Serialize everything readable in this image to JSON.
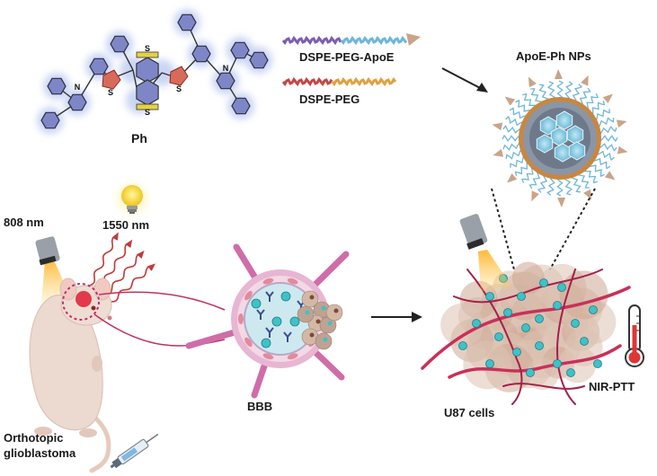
{
  "molecule": {
    "label": "Ph",
    "atom_S": "S",
    "atom_N": "N"
  },
  "materials": {
    "polymer_targeted": "DSPE-PEG-ApoE",
    "polymer_plain": "DSPE-PEG"
  },
  "nanoparticle": {
    "label": "ApoE-Ph NPs"
  },
  "irradiation": {
    "excitation": "808 nm",
    "emission": "1550 nm"
  },
  "model": {
    "line1": "Orthotopic",
    "line2": "glioblastoma"
  },
  "barrier": {
    "label": "BBB"
  },
  "tumor": {
    "label": "U87 cells"
  },
  "therapy": {
    "label": "NIR-PTT"
  },
  "colors": {
    "ring_glow": "#b9c8f0",
    "ring": "#7f86c8",
    "peg_blue": "#6fb6d8",
    "peg_purple": "#7a5fb0",
    "peg_red": "#c04848",
    "peg_orange": "#e0a040",
    "apoe": "#c9a488",
    "vessel": "#cf6da8",
    "tumor": "#d8b8a4",
    "np_cyan": "#3fc1c8",
    "mouse": "#ecd9d0"
  }
}
